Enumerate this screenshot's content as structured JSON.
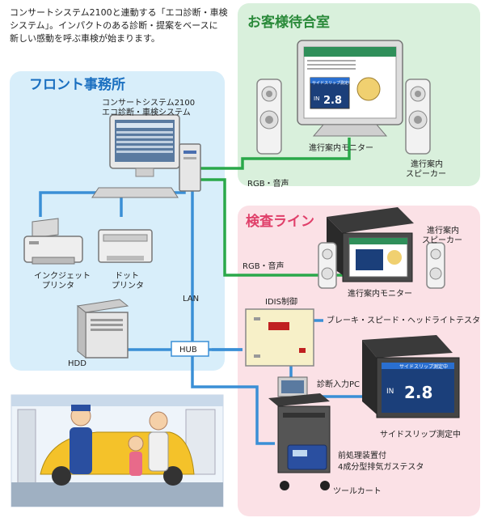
{
  "intro": {
    "line1": "コンサートシステム2100と連動する「エコ診断・車検",
    "line2": "システム」。インパクトのある診断・提案をベースに",
    "line3": "新しい感動を呼ぶ車検が始まります。"
  },
  "zones": {
    "waiting_room": "お客様待合室",
    "front_office": "フロント事務所",
    "inspection_line": "検査ライン"
  },
  "front": {
    "pc_label_line1": "コンサートシステム2100",
    "pc_label_line2": "エコ診断・車検システム",
    "inkjet_line1": "インクジェット",
    "inkjet_line2": "プリンタ",
    "dot_line1": "ドット",
    "dot_line2": "プリンタ",
    "hdd": "HDD"
  },
  "waiting": {
    "monitor_label": "進行案内モニター",
    "speaker_line1": "進行案内",
    "speaker_line2": "スピーカー",
    "screen_header": "サイドスリップ測定中",
    "screen_value": "2.8",
    "screen_in": "IN"
  },
  "inspection": {
    "monitor_label": "進行案内モニター",
    "speaker_line1": "進行案内",
    "speaker_line2": "スピーカー",
    "idis": "IDIS制御",
    "tester": "ブレーキ・スピード・ヘッドライトテスタ",
    "diag_pc": "診断入力PC",
    "side_slip": "サイドスリップ測定中",
    "side_value": "2.8",
    "side_in": "IN",
    "gas_line1": "前処理装置付",
    "gas_line2": "4成分型排気ガステスタ",
    "cart": "ツールカート"
  },
  "links": {
    "rgb1": "RGB・音声",
    "rgb2": "RGB・音声",
    "lan": "LAN",
    "hub": "HUB"
  },
  "colors": {
    "front_bg": "#d8eefa",
    "waiting_bg": "#d9f0dc",
    "inspect_bg": "#fbe1e6",
    "blue_line": "#3a8fd6",
    "green_line": "#2aa84a",
    "title_blue": "#1a6fc0",
    "title_green": "#2a8a3a",
    "title_pink": "#e0406a"
  }
}
